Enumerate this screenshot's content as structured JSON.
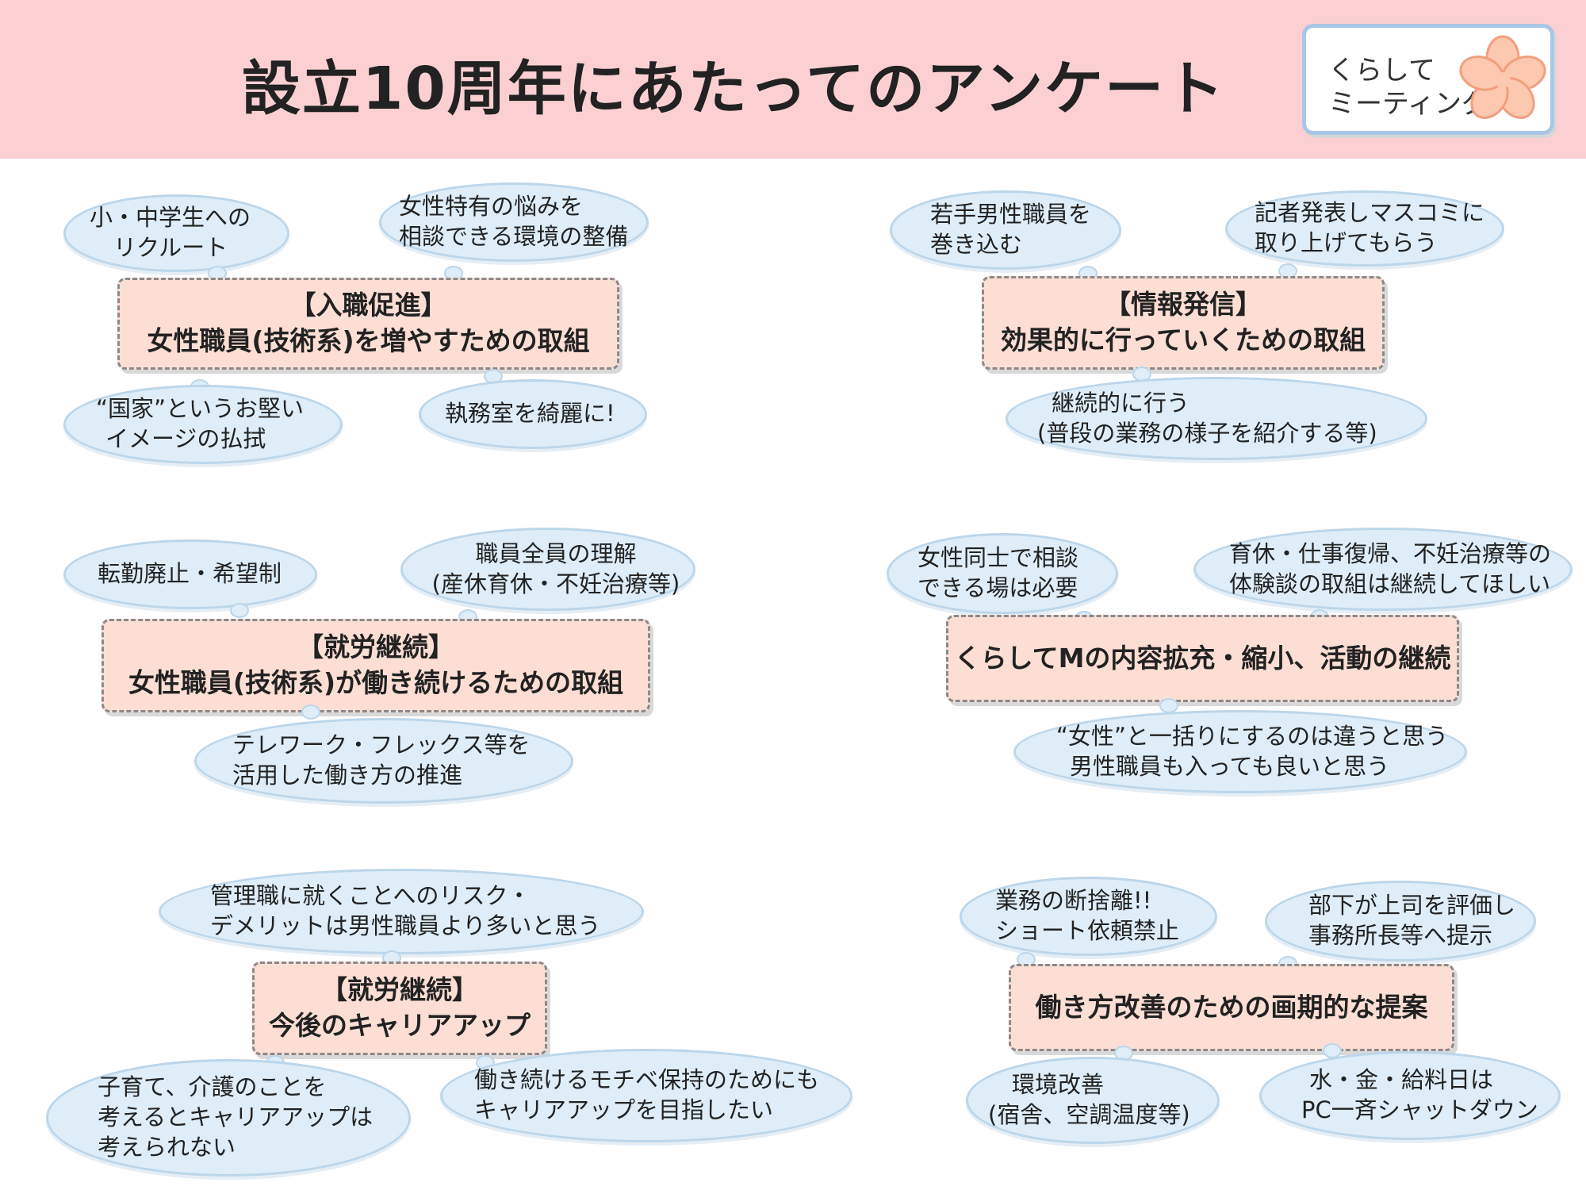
{
  "header": {
    "title": "設立10周年にあたってのアンケート",
    "logo_line1": "くらして",
    "logo_line2": "ミーティング"
  },
  "colors": {
    "header_bg": "#fcd0d3",
    "box_bg": "#fcded4",
    "cloud_bg": "#deedf8",
    "flower": "#fcc8b0"
  },
  "sections": {
    "nyushoku": {
      "title_1": "【入職促進】",
      "title_2": "女性職員(技術系)を増やすための取組",
      "items": [
        {
          "l1": "小・中学生への",
          "l2": "リクルート"
        },
        {
          "l1": "女性特有の悩みを",
          "l2": "相談できる環境の整備"
        },
        {
          "l1": "“国家”というお堅い",
          "l2": "イメージの払拭"
        },
        {
          "l1": "執務室を綺麗に!"
        }
      ]
    },
    "joho": {
      "title_1": "【情報発信】",
      "title_2": "効果的に行っていくための取組",
      "items": [
        {
          "l1": "若手男性職員を",
          "l2": "巻き込む"
        },
        {
          "l1": "記者発表しマスコミに",
          "l2": "取り上げてもらう"
        },
        {
          "l1": "継続的に行う",
          "l2": "(普段の業務の様子を紹介する等)"
        }
      ]
    },
    "shuro": {
      "title_1": "【就労継続】",
      "title_2": "女性職員(技術系)が働き続けるための取組",
      "items": [
        {
          "l1": "転勤廃止・希望制"
        },
        {
          "l1": "職員全員の理解",
          "l2": "(産休育休・不妊治療等)"
        },
        {
          "l1": "テレワーク・フレックス等を",
          "l2": "活用した働き方の推進"
        }
      ]
    },
    "kurashite": {
      "title_1": "くらしてMの内容拡充・縮小、活動の継続",
      "items": [
        {
          "l1": "女性同士で相談",
          "l2": "できる場は必要"
        },
        {
          "l1": "育休・仕事復帰、不妊治療等の",
          "l2": "体験談の取組は継続してほしい"
        },
        {
          "l1": "“女性”と一括りにするのは違うと思う",
          "l2": "男性職員も入っても良いと思う"
        }
      ]
    },
    "career": {
      "title_1": "【就労継続】",
      "title_2": "今後のキャリアアップ",
      "items": [
        {
          "l1": "管理職に就くことへのリスク・",
          "l2": "デメリットは男性職員より多いと思う"
        },
        {
          "l1": "子育て、介護のことを",
          "l2": "考えるとキャリアアップは",
          "l3": "考えられない"
        },
        {
          "l1": "働き続けるモチベ保持のためにも",
          "l2": "キャリアアップを目指したい"
        }
      ]
    },
    "hatarakikata": {
      "title_1": "働き方改善のための画期的な提案",
      "items": [
        {
          "l1": "業務の断捨離!!",
          "l2": "ショート依頼禁止"
        },
        {
          "l1": "部下が上司を評価し",
          "l2": "事務所長等へ提示"
        },
        {
          "l1": "環境改善",
          "l2": "(宿舎、空調温度等)"
        },
        {
          "l1": "水・金・給料日は",
          "l2": "PC一斉シャットダウン"
        }
      ]
    }
  }
}
